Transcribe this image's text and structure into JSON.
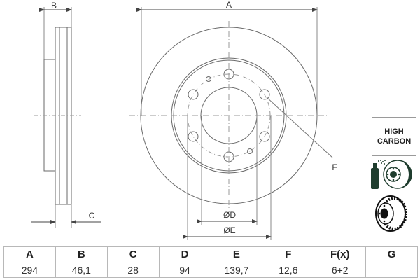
{
  "diagram": {
    "labels": {
      "A": "A",
      "B": "B",
      "C": "C",
      "D": "ØD",
      "E": "ØE",
      "F": "F"
    },
    "badge": {
      "line1": "HIGH",
      "line2": "CARBON"
    },
    "icons": [
      "coated-disc-spray-icon",
      "vented-disc-icon"
    ],
    "colors": {
      "line": "#6a6a6a",
      "icon": "#1f3d2e"
    }
  },
  "table": {
    "headers": [
      "A",
      "B",
      "C",
      "D",
      "E",
      "F",
      "F(x)",
      "G"
    ],
    "values": [
      "294",
      "46,1",
      "28",
      "94",
      "139,7",
      "12,6",
      "6+2",
      ""
    ]
  }
}
